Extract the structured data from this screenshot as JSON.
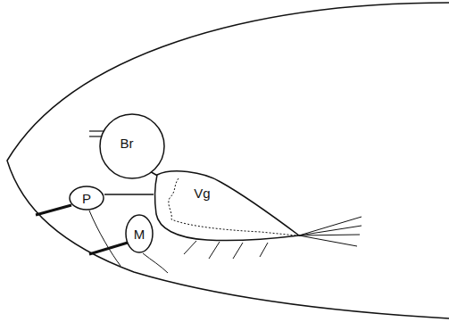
{
  "diagram": {
    "nodes": [
      {
        "text": [
          "Br"
        ]
      },
      {
        "text": [
          "Vg"
        ]
      },
      {
        "text": [
          "P"
        ]
      },
      {
        "text": [
          "M"
        ]
      }
    ],
    "edges": [
      {
        "from": 2,
        "to": 1,
        "arrow": "none"
      },
      {
        "from": 3,
        "to": 1,
        "arrow": "none"
      }
    ]
  }
}
